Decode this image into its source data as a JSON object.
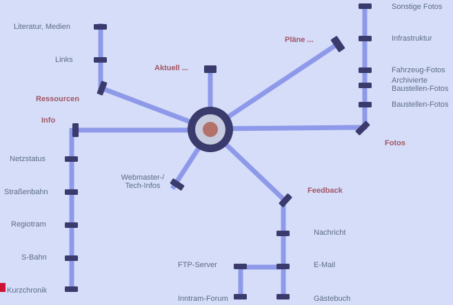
{
  "labels": {
    "ressourcen": "Ressourcen",
    "info": "Info",
    "aktuell": "Aktuell ...",
    "plaene": "Pläne ...",
    "fotos": "Fotos",
    "feedback": "Feedback",
    "literatur_medien": "Literatur, Medien",
    "links": "Links",
    "netzstatus": "Netzstatus",
    "strassenbahn": "Straßenbahn",
    "regiotram": "Regiotram",
    "sbahn": "S-Bahn",
    "kurzchronik": "Kurzchronik",
    "webmaster_tech_infos": "Webmaster-/ Tech-Infos",
    "sonstige_fotos": "Sonstige Fotos",
    "infrastruktur": "Infrastruktur",
    "fahrzeug_fotos": "Fahrzeug-Fotos",
    "archivierte_baustellen_fotos": "Archivierte Baustellen-Fotos",
    "baustellen_fotos": "Baustellen-Fotos",
    "nachricht": "Nachricht",
    "email": "E-Mail",
    "gaestebuch": "Gästebuch",
    "ftp_server": "FTP-Server",
    "inntram_forum": "Inntram-Forum"
  },
  "colors": {
    "background": "#d5ddf9",
    "line": "#8e9ae9",
    "station": "#3a3a6c",
    "leaf_label": "#5d6b85",
    "branch_label": "#a25664",
    "hub_ring": "#3a3a6c",
    "hub_inner": "#c7cbdf",
    "hub_center": "#b2726a",
    "current_page_marker": "#cc1133"
  }
}
